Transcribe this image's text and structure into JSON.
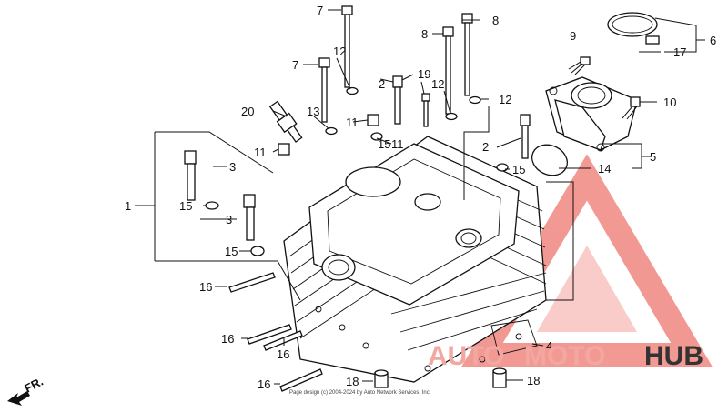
{
  "callouts": [
    "1",
    "2",
    "2",
    "3",
    "3",
    "4",
    "5",
    "6",
    "7",
    "7",
    "8",
    "8",
    "9",
    "10",
    "11",
    "11",
    "11",
    "12",
    "12",
    "12",
    "13",
    "14",
    "15",
    "15",
    "15",
    "15",
    "16",
    "16",
    "16",
    "16",
    "17",
    "18",
    "18",
    "19",
    "20"
  ],
  "direction": "FR.",
  "copyright": "Page design (c) 2004-2024 by Auto Network Services, Inc.",
  "watermark": {
    "part1": "AUTO",
    "part2": "MOTO",
    "part3": "HUB",
    "accent": "#e8453c"
  }
}
